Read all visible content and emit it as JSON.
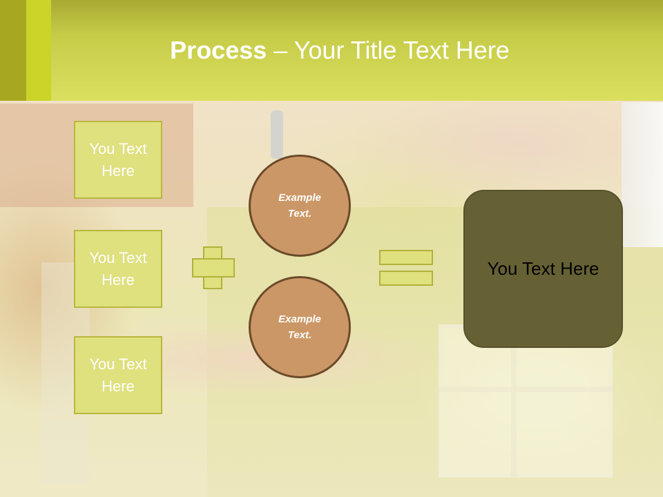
{
  "header": {
    "title_bold": "Process",
    "title_rest": " – Your Title Text Here"
  },
  "left_boxes": [
    {
      "label": "You Text Here"
    },
    {
      "label": "You Text Here"
    },
    {
      "label": "You Text Here"
    }
  ],
  "circles": [
    {
      "label": "Example Text."
    },
    {
      "label": "Example Text."
    }
  ],
  "result": {
    "label": "You Text Here"
  },
  "colors": {
    "header": "#dbdf5e",
    "box_fill": "#dfe07e",
    "circle_fill": "#cc9766",
    "result_fill": "#666135"
  }
}
